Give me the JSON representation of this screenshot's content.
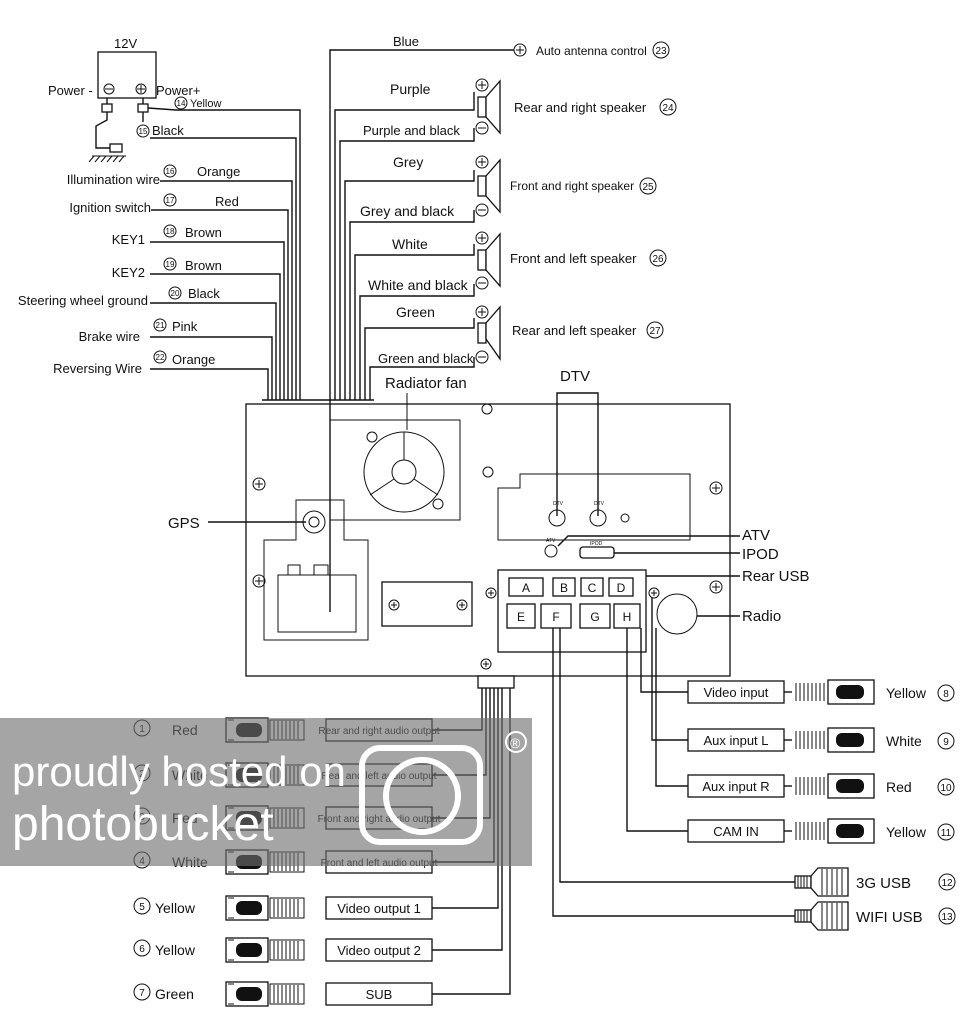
{
  "power": {
    "supply": "12V",
    "minus": "Power -",
    "plus": "Power+",
    "n14": "14",
    "yellow": "Yellow",
    "n15": "15",
    "black": "Black"
  },
  "left_wires": [
    {
      "label": "Illumination wire",
      "num": "16",
      "color": "Orange"
    },
    {
      "label": "Ignition switch",
      "num": "17",
      "color": "Red"
    },
    {
      "label": "KEY1",
      "num": "18",
      "color": "Brown"
    },
    {
      "label": "KEY2",
      "num": "19",
      "color": "Brown"
    },
    {
      "label": "Steering wheel ground",
      "num": "20",
      "color": "Black"
    },
    {
      "label": "Brake wire",
      "num": "21",
      "color": "Pink"
    },
    {
      "label": "Reversing Wire",
      "num": "22",
      "color": "Orange"
    }
  ],
  "antenna": {
    "wire": "Blue",
    "label": "Auto antenna control",
    "num": "23"
  },
  "speakers": [
    {
      "pos": "Purple",
      "neg": "Purple and black",
      "label": "Rear and right speaker",
      "num": "24"
    },
    {
      "pos": "Grey",
      "neg": "Grey and black",
      "label": "Front and right speaker",
      "num": "25"
    },
    {
      "pos": "White",
      "neg": "White and black",
      "label": "Front and left speaker",
      "num": "26"
    },
    {
      "pos": "Green",
      "neg": "Green and black",
      "label": "Rear and left speaker",
      "num": "27"
    }
  ],
  "unit": {
    "radiator_fan": "Radiator fan",
    "dtv": "DTV",
    "dtv_small": "DTV",
    "atv": "ATV",
    "atv_small": "ATV",
    "ipod": "IPOD",
    "ipod_small": "IPOD",
    "rear_usb": "Rear USB",
    "gps": "GPS",
    "radio": "Radio",
    "connectors": [
      "A",
      "B",
      "C",
      "D",
      "E",
      "F",
      "G",
      "H"
    ]
  },
  "left_outputs": [
    {
      "num": "1",
      "color": "Red",
      "label": "Rear and right audio output"
    },
    {
      "num": "2",
      "color": "White",
      "label": "Rear and left audio output"
    },
    {
      "num": "3",
      "color": "Red",
      "label": "Front and right audio output"
    },
    {
      "num": "4",
      "color": "White",
      "label": "Front and left audio output"
    },
    {
      "num": "5",
      "color": "Yellow",
      "label": "Video output 1"
    },
    {
      "num": "6",
      "color": "Yellow",
      "label": "Video output 2"
    },
    {
      "num": "7",
      "color": "Green",
      "label": "SUB"
    }
  ],
  "right_inputs": [
    {
      "label": "Video input",
      "color": "Yellow",
      "num": "8"
    },
    {
      "label": "Aux input L",
      "color": "White",
      "num": "9"
    },
    {
      "label": "Aux input R",
      "color": "Red",
      "num": "10"
    },
    {
      "label": "CAM IN",
      "color": "Yellow",
      "num": "11"
    }
  ],
  "usb": [
    {
      "label": "3G  USB",
      "num": "12"
    },
    {
      "label": "WIFI  USB",
      "num": "13"
    }
  ],
  "watermark": {
    "line1": "proudly hosted on",
    "line2": "photobucket",
    "reg": "®"
  }
}
